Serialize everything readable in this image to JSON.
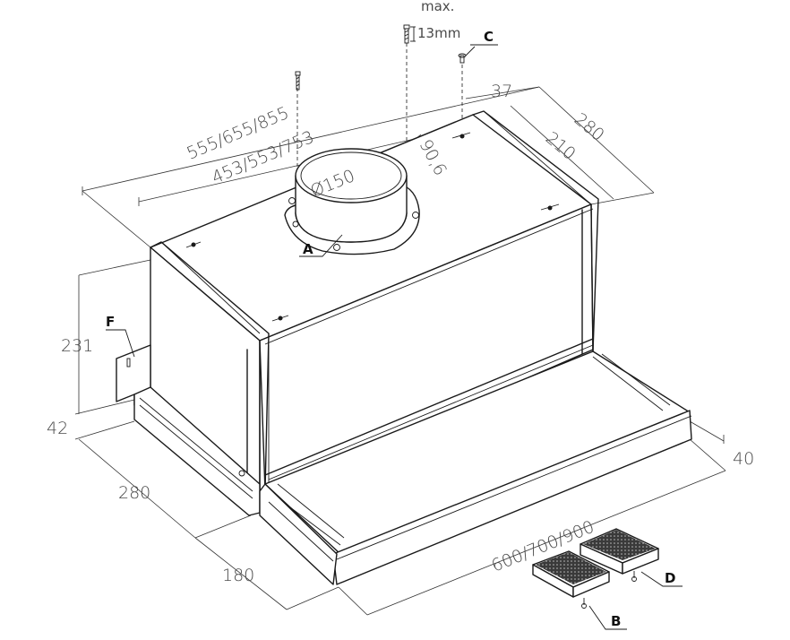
{
  "dimensions": {
    "width_top": "555/655/855",
    "width_inner": "453/553/753",
    "depth_top": "280",
    "depth_inner": "210",
    "offset_37": "37",
    "offset_90_6": "90,6",
    "diameter": "Ø150",
    "height": "231",
    "height_base": "42",
    "depth_side": "280",
    "depth_front": "180",
    "width_front": "600/700/900",
    "panel_thickness": "40",
    "screw_max": "max.",
    "screw_len": "13mm"
  },
  "labels": {
    "A": "A",
    "B": "B",
    "C": "C",
    "D": "D",
    "F": "F"
  },
  "colors": {
    "line": "#1a1a1a",
    "text": "#4a4a4a",
    "filter": "#2a2a2a"
  }
}
